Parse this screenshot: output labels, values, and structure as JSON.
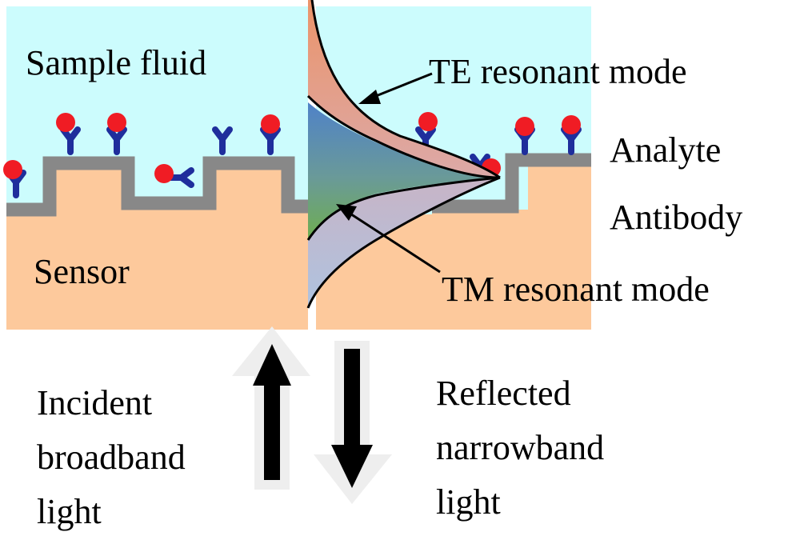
{
  "labels": {
    "sample_fluid": "Sample fluid",
    "sensor": "Sensor",
    "te_mode": "TE resonant mode",
    "tm_mode": "TM resonant mode",
    "analyte": "Analyte",
    "antibody": "Antibody",
    "incident": [
      "Incident",
      "broadband",
      "light"
    ],
    "reflected": [
      "Reflected",
      "narrowband",
      "light"
    ]
  },
  "colors": {
    "fluid": "#ccfcfd",
    "sensor": "#fdc99c",
    "coating": "#888888",
    "antibody": "#1f2e9c",
    "analyte": "#f01c24",
    "te_top": "#eb946a",
    "te_bottom": "#dca9a8",
    "tm_top": "#c8b4c6",
    "tm_bottom": "#aec3e0",
    "mid_top": "#4f82c8",
    "mid_bottom": "#6fae4f"
  }
}
